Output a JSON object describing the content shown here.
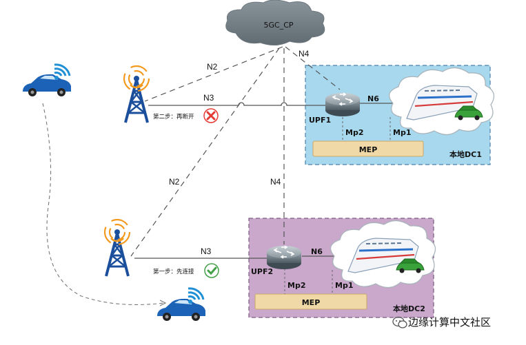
{
  "cloud": {
    "label": "5GC_CP"
  },
  "dc1": {
    "label": "本地DC1",
    "upf": "UPF1",
    "mep": "MEP",
    "n6": "N6",
    "mp1": "Mp1",
    "mp2": "Mp2"
  },
  "dc2": {
    "label": "本地DC2",
    "upf": "UPF2",
    "mep": "MEP",
    "n6": "N6",
    "mp1": "Mp1",
    "mp2": "Mp2"
  },
  "links": {
    "n2_top": "N2",
    "n3_top": "N3",
    "n4_top": "N4",
    "n2_mid": "N2",
    "n4_mid": "N4",
    "n3_bottom": "N3"
  },
  "steps": {
    "step2": "第二步：再断开",
    "step1": "第一步：先连接"
  },
  "watermark": "边缘计算中文社区",
  "colors": {
    "dc1_fill": "#a8d8ee",
    "dc2_fill": "#c9a8cc",
    "mep_fill": "#f0d9a6",
    "tower": "#1b4f9c",
    "signal": "#f39a1e",
    "car": "#1c63b7",
    "wifi": "#1f8fd6",
    "cross": "#e53935",
    "check": "#43a047"
  },
  "icons": [
    "cloud-icon",
    "router-icon",
    "tower-icon",
    "car-icon",
    "wifi-icon",
    "train-icon",
    "cross-icon",
    "check-icon",
    "wechat-icon"
  ]
}
